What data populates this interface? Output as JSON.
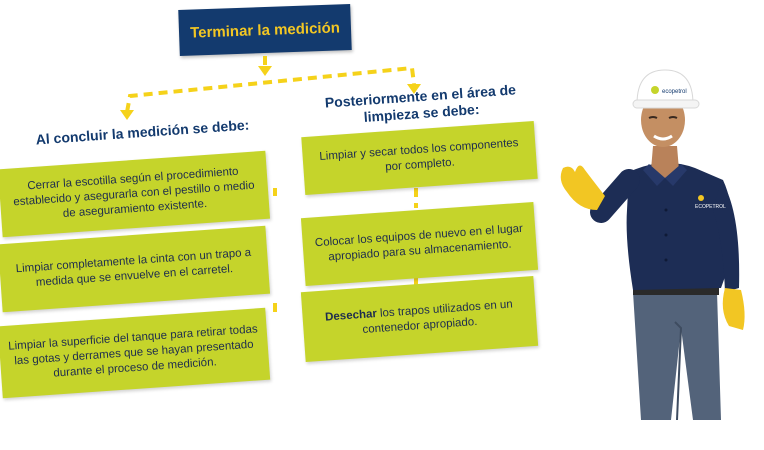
{
  "title": "Terminar la medición",
  "left": {
    "heading": "Al concluir la medición se debe:",
    "items": [
      "Cerrar la escotilla según el procedimiento establecido y  asegurarla con el pestillo o medio de aseguramiento existente.",
      "Limpiar completamente la cinta con un trapo a medida que se envuelve en el carretel.",
      "Limpiar la superficie del tanque para retirar todas las gotas y derrames que se hayan presentado durante el proceso de medición."
    ]
  },
  "right": {
    "heading": "Posteriormente en el área de limpieza se debe:",
    "items": [
      "Limpiar y secar todos los componentes por completo.",
      "Colocar los equipos de nuevo en el lugar apropiado para su almacenamiento."
    ],
    "last_item_bold": "Desechar",
    "last_item_rest": " los trapos utilizados en un contenedor apropiado."
  },
  "illustration": {
    "helmet_logo": "ecopetrol",
    "shirt_logo": "ECOPETROL"
  },
  "colors": {
    "navy": "#133a6e",
    "yellow_text": "#f2c623",
    "lime": "#c5d42b",
    "connector": "#f5d21a"
  }
}
